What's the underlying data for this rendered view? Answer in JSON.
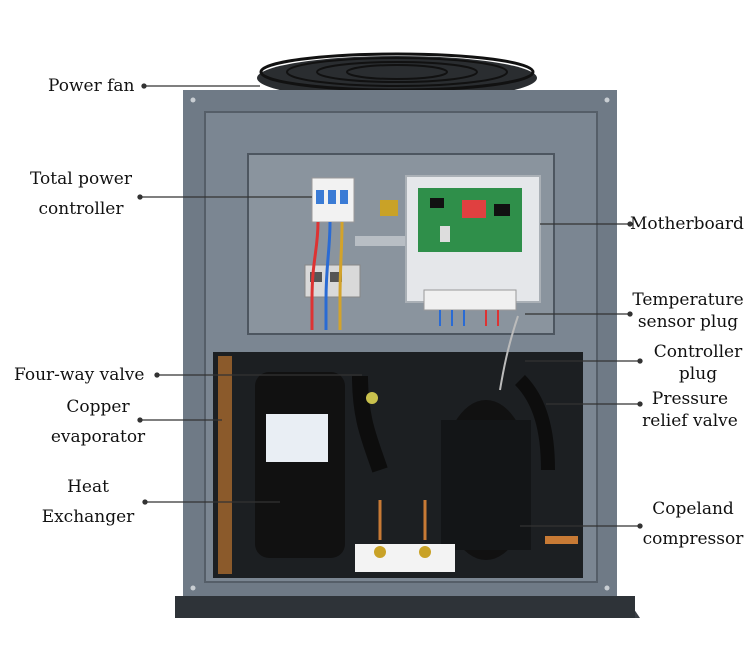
{
  "labels": {
    "power_fan": "Power fan",
    "total_power_controller_1": "Total power",
    "total_power_controller_2": "controller",
    "four_way_valve": "Four-way valve",
    "copper_evaporator_1": "Copper",
    "copper_evaporator_2": "evaporator",
    "heat_exchanger_1": "Heat",
    "heat_exchanger_2": "Exchanger",
    "motherboard": "Motherboard",
    "temperature_sensor_plug_1": "Temperature",
    "temperature_sensor_plug_2": "sensor plug",
    "controller_plug_1": "Controller",
    "controller_plug_2": "plug",
    "pressure_relief_valve_1": "Pressure",
    "pressure_relief_valve_2": "relief valve",
    "copeland_compressor_1": "Copeland",
    "copeland_compressor_2": "compressor"
  },
  "colors": {
    "cabinet": "#6f7a86",
    "cabinet_dark": "#4d5660",
    "panel": "#8a949e",
    "interior": "#1c1f22",
    "leader_line": "#333333",
    "motherboard_green": "#2f8f4a"
  }
}
